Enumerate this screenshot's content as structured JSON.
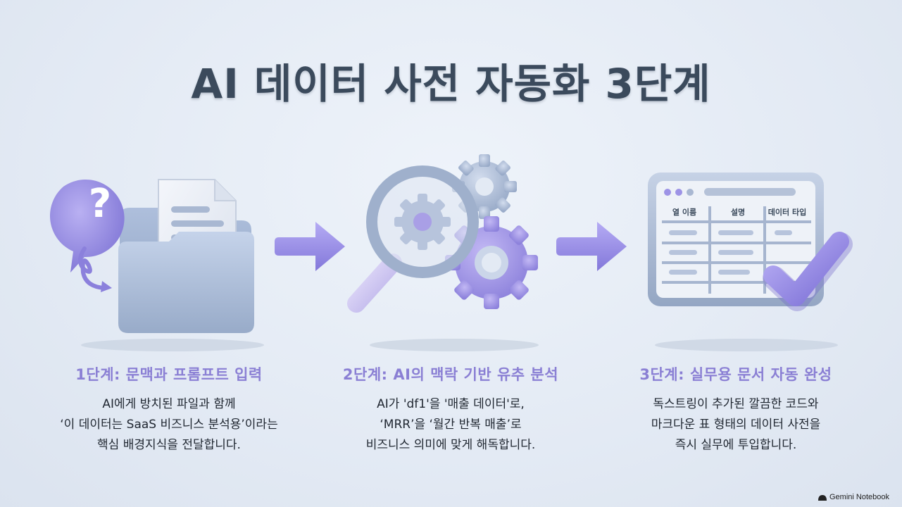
{
  "title": "AI 데이터 사전 자동화 3단계",
  "steps": [
    {
      "title": "1단계: 문맥과 프롬프트 입력",
      "desc": [
        "AI에게 방치된 파일과 함께",
        "‘이 데이터는 SaaS 비즈니스 분석용’이라는",
        "핵심 배경지식을 전달합니다."
      ],
      "icon": "question-folder-document-icon"
    },
    {
      "title": "2단계: AI의 맥락 기반 유추 분석",
      "desc": [
        "AI가 'df1'을 '매출 데이터'로,",
        "‘MRR’을 ‘월간 반복 매출’로",
        "비즈니스 의미에 맞게 해독합니다."
      ],
      "icon": "magnifier-gears-icon"
    },
    {
      "title": "3단계: 실무용 문서 자동 완성",
      "desc": [
        "독스트링이 추가된 깔끔한 코드와",
        "마크다운 표 형태의 데이터 사전을",
        "즉시 실무에 투입합니다."
      ],
      "icon": "table-checkmark-icon",
      "table_headers": [
        "열 이름",
        "설명",
        "데이터 타입"
      ]
    }
  ],
  "watermark": "Gemini Notebook",
  "colors": {
    "accent": "#8a7fd4",
    "title": "#3b4a5c",
    "purple": "#9d93e6",
    "steel": "#9fb0cc",
    "background": "#e3eaf4"
  }
}
